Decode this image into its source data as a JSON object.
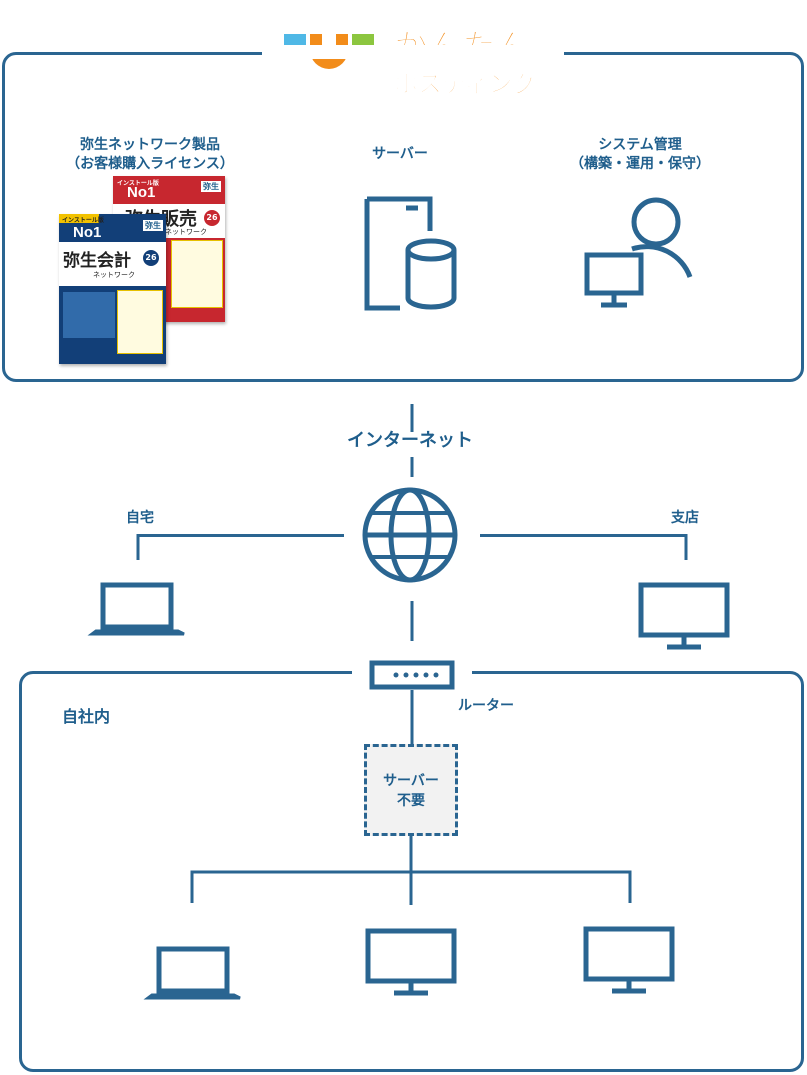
{
  "colors": {
    "primary": "#2a6591",
    "logo_orange": "#f28c1a",
    "logo_blue": "#4fb8e6",
    "logo_green": "#8cc63f",
    "red_pkg": "#c7272f",
    "blue_pkg": "#123f78"
  },
  "logo": {
    "line1": "かんたん",
    "line2": "ホスティング"
  },
  "top": {
    "products_label": "弥生ネットワーク製品",
    "products_sub": "（お客様購入ライセンス）",
    "server_label": "サーバー",
    "management_label": "システム管理",
    "management_sub": "（構築・運用・保守）"
  },
  "packages": {
    "back": {
      "badge": "インストール版",
      "rank": "No1",
      "brand": "弥生",
      "name": "弥生販売",
      "version": "26",
      "sub": "ネットワーク"
    },
    "front": {
      "badge": "インストール版",
      "rank": "No1",
      "brand": "弥生",
      "name": "弥生会計",
      "version": "26",
      "sub": "ネットワーク"
    }
  },
  "internet_label": "インターネット",
  "home_label": "自宅",
  "branch_label": "支店",
  "router_label": "ルーター",
  "office_label": "自社内",
  "no_server": {
    "line1": "サーバー",
    "line2": "不要"
  },
  "icons": [
    "server-icon",
    "admin-user-icon",
    "globe-icon",
    "laptop-icon",
    "monitor-icon",
    "router-icon"
  ]
}
